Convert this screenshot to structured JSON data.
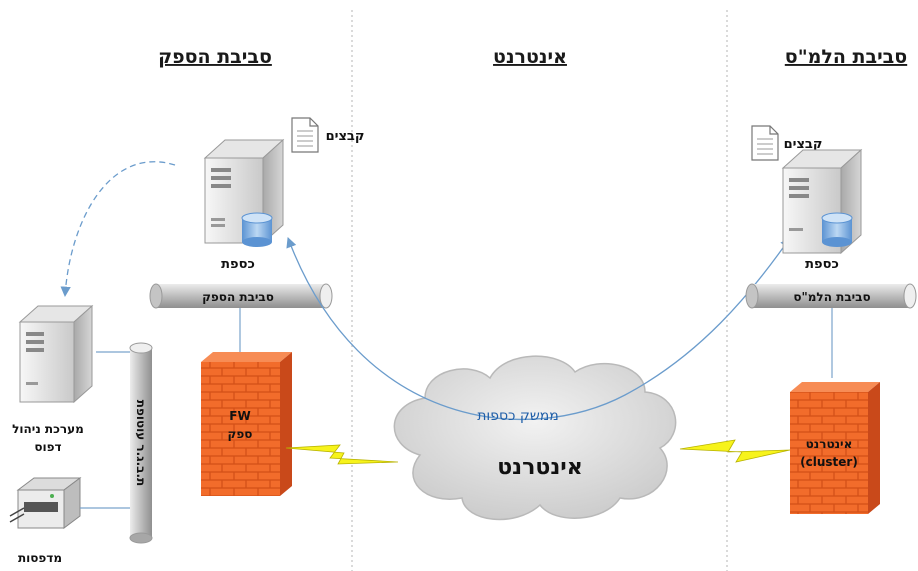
{
  "headings": {
    "left": "סביבת הספק",
    "center": "אינטרנט",
    "right": "סביבת הלמ\"ס"
  },
  "provider": {
    "files_label": "קבצים",
    "server_label": "כספת",
    "bus_label": "סביבת הספק",
    "firewall_line1": "FW",
    "firewall_line2": "ספק",
    "print_server_line1": "מערכת ניהול",
    "print_server_line2": "דפוס",
    "printers_label": "מדפסות",
    "vertical_bus_label": "ת.ב.ג.ר עוטופת"
  },
  "internet": {
    "cloud_label": "אינטרנט",
    "link_label": "ממשק כספות"
  },
  "cbs": {
    "files_label": "קבצים",
    "server_label": "כספת",
    "bus_label": "סביבת הלמ\"ס",
    "firewall_line1": "אינטרנט",
    "firewall_line2": "(cluster)"
  },
  "colors": {
    "firewall": "#f26c2b",
    "link": "#6b9ccc",
    "cloud": "#dcdcdc",
    "bolt": "#f7f31b"
  }
}
